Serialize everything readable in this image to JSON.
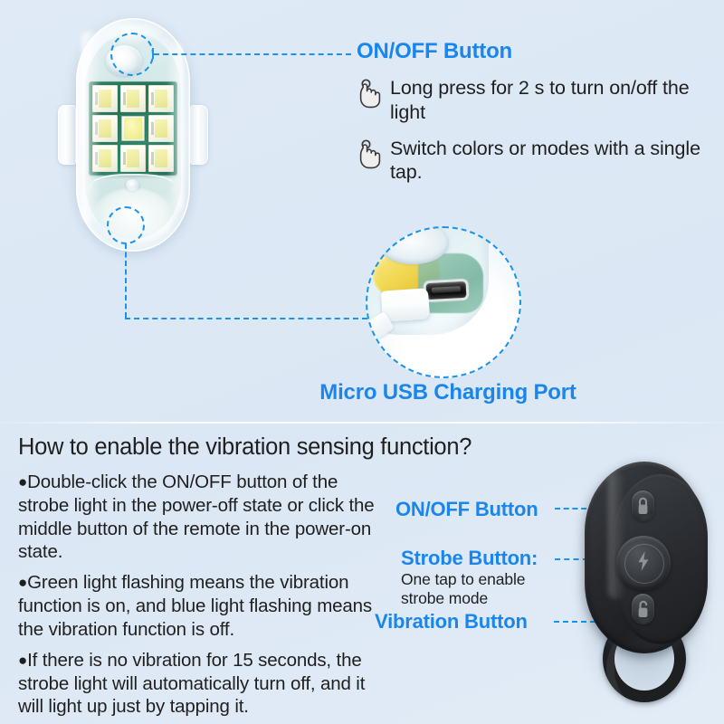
{
  "theme": {
    "background_color": "#dde9f5",
    "accent_blue": "#1a86ec",
    "callout_line_color": "#1a93ea",
    "body_text_color": "#1f1f1f"
  },
  "product": {
    "strobe_light": {
      "name": "strobe-light",
      "onoff_button_name": "on-off-button",
      "led_count": 9,
      "center_led_color": "#f4f29c",
      "pcb_color": "#2e7f63"
    },
    "remote": {
      "name": "remote-control",
      "body_color": "#27292d",
      "buttons": [
        "lock-button",
        "strobe-button",
        "unlock-button"
      ]
    }
  },
  "top_callout": {
    "title": "ON/OFF Button",
    "tips": [
      {
        "icon": "tap-hand-icon",
        "text": "Long press for 2 s to turn on/off the light"
      },
      {
        "icon": "tap-hand-icon",
        "text": "Switch colors or modes with a single tap."
      }
    ]
  },
  "usb_callout": {
    "label": "Micro USB Charging Port",
    "inset_name": "micro-usb-port-magnifier"
  },
  "bottom_section": {
    "heading": "How to enable the vibration sensing function?",
    "bullets": [
      "Double-click the ON/OFF button of the strobe light in the power-off state or click the middle button of the remote in the power-on state.",
      "Green light flashing means the vibration function is on, and blue light flashing means the vibration function is off.",
      "If there is no vibration for 15 seconds, the strobe light will automatically turn off, and it will light up just by tapping it."
    ],
    "bullet_marker": "●"
  },
  "remote_callouts": {
    "onoff": "ON/OFF Button",
    "strobe": "Strobe Button:",
    "strobe_sub_line1": "One tap to enable",
    "strobe_sub_line2": "strobe mode",
    "vibration": "Vibration Button"
  }
}
